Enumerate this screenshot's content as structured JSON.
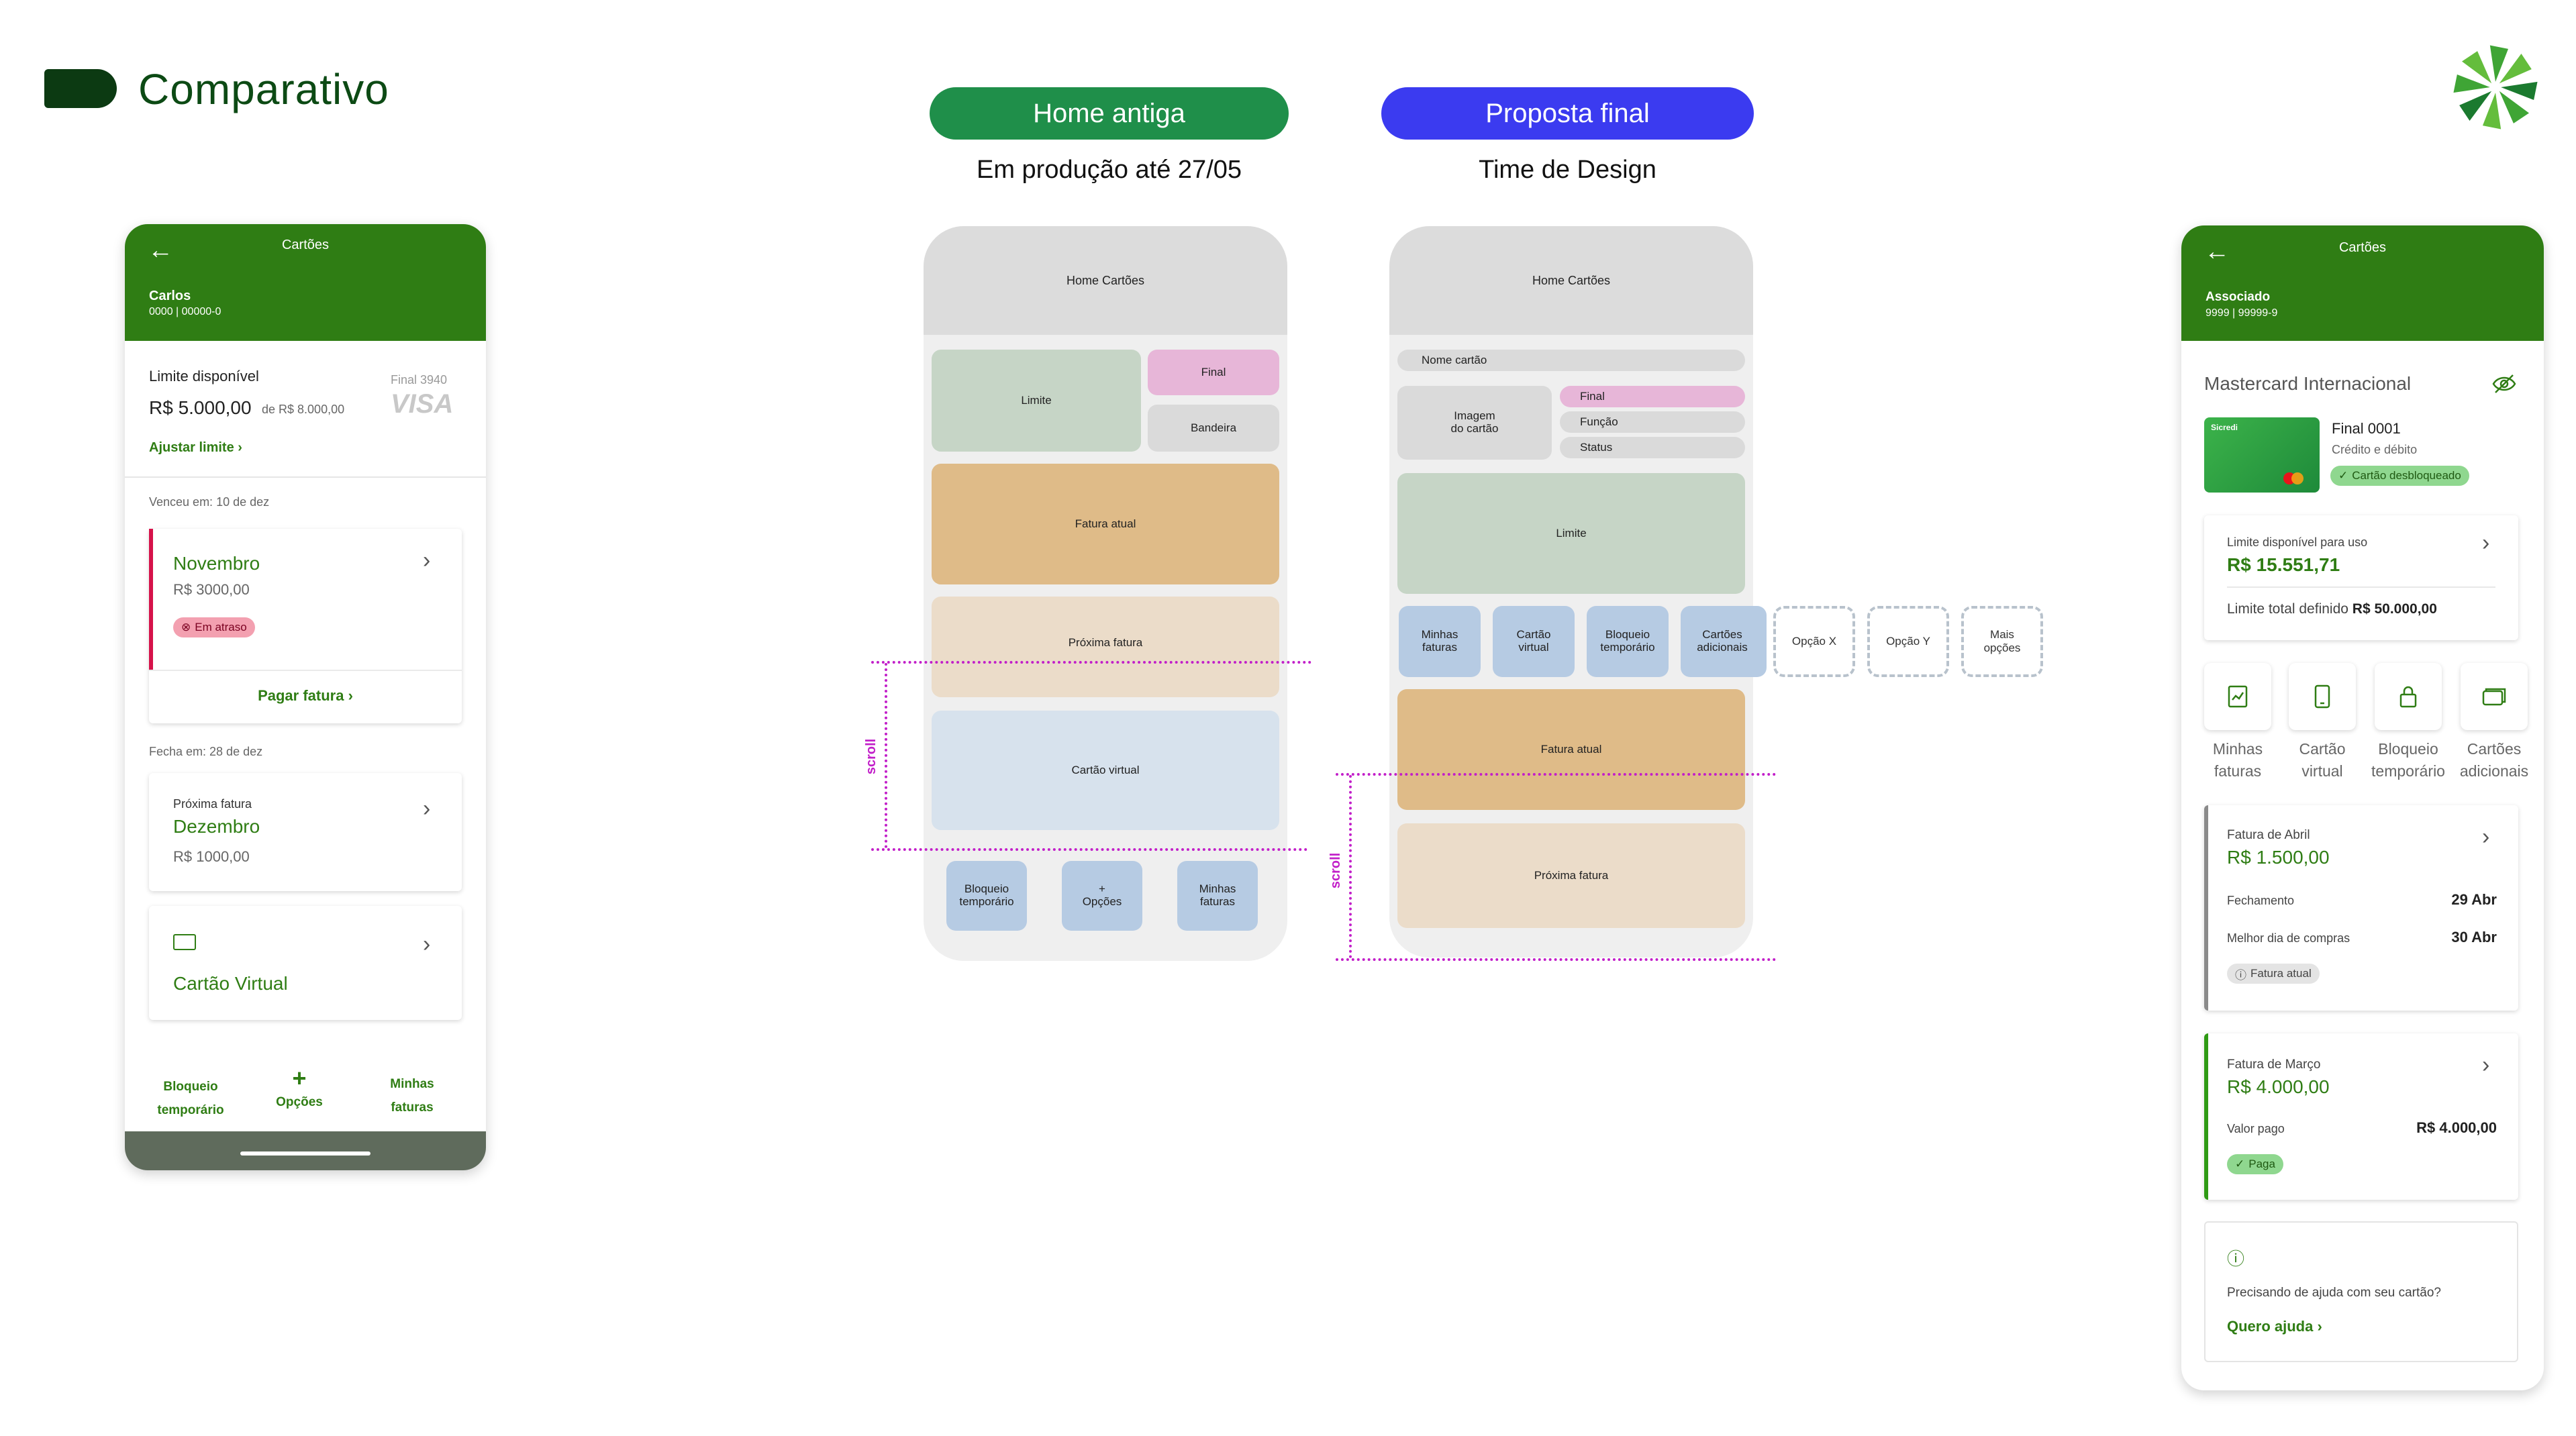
{
  "header": {
    "title": "Comparativo"
  },
  "tags": {
    "old": {
      "label": "Home antiga",
      "caption": "Em produção até 27/05"
    },
    "new": {
      "label": "Proposta final",
      "caption": "Time de Design"
    }
  },
  "colors": {
    "brand_green": "#2f7d14",
    "dark_green": "#0c3a12",
    "tag_old": "#1f8f4a",
    "tag_new": "#3b3bf0",
    "scroll_marker": "#c21fc9"
  },
  "old_app": {
    "title": "Cartões",
    "user": "Carlos",
    "account": "0000 | 00000-0",
    "limit_label": "Limite disponível",
    "limit_value": "R$ 5.000,00",
    "limit_total": "de R$ 8.000,00",
    "card_final": "Final 3940",
    "brand": "VISA",
    "adjust_limit": "Ajustar limite",
    "due_note": "Venceu em: 10 de dez",
    "invoice_month": "Novembro",
    "invoice_value": "R$ 3000,00",
    "overdue_badge": "Em atraso",
    "pay_invoice": "Pagar fatura",
    "close_note": "Fecha em: 28 de dez",
    "next_label": "Próxima fatura",
    "next_month": "Dezembro",
    "next_value": "R$ 1000,00",
    "virtual_card": "Cartão Virtual",
    "actions": {
      "lock_1": "Bloqueio",
      "lock_2": "temporário",
      "plus": "+",
      "options": "Opções",
      "invoices_1": "Minhas",
      "invoices_2": "faturas"
    }
  },
  "wire_old": {
    "top": "Home Cartões",
    "limite": "Limite",
    "final": "Final",
    "bandeira": "Bandeira",
    "fatura_atual": "Fatura atual",
    "proxima": "Próxima fatura",
    "virtual": "Cartão virtual",
    "b1": "Bloqueio\ntemporário",
    "b2": "+\nOpções",
    "b3": "Minhas\nfaturas",
    "scroll": "scroll"
  },
  "wire_new": {
    "top": "Home Cartões",
    "nome": "Nome cartão",
    "imagem": "Imagem\ndo cartão",
    "final": "Final",
    "funcao": "Função",
    "status": "Status",
    "limite": "Limite",
    "o1": "Minhas\nfaturas",
    "o2": "Cartão\nvirtual",
    "o3": "Bloqueio\ntemporário",
    "o4": "Cartões\nadicionais",
    "ox": "Opção X",
    "oy": "Opção Y",
    "om": "Mais\nopções",
    "fatura_atual": "Fatura atual",
    "proxima": "Próxima fatura",
    "scroll": "scroll"
  },
  "new_app": {
    "title": "Cartões",
    "user": "Associado",
    "account": "9999 | 99999-9",
    "card_name": "Mastercard Internacional",
    "card_final": "Final 0001",
    "card_type": "Crédito e débito",
    "card_status": "Cartão desbloqueado",
    "card_logo": "Sicredi",
    "limit_label": "Limite disponível para uso",
    "limit_value": "R$ 15.551,71",
    "limit_total_label": "Limite total definido",
    "limit_total_value": "R$ 50.000,00",
    "shortcuts": [
      {
        "l1": "Minhas",
        "l2": "faturas",
        "icon": "invoice-icon"
      },
      {
        "l1": "Cartão",
        "l2": "virtual",
        "icon": "phone-icon"
      },
      {
        "l1": "Bloqueio",
        "l2": "temporário",
        "icon": "lock-icon"
      },
      {
        "l1": "Cartões",
        "l2": "adicionais",
        "icon": "cards-icon"
      }
    ],
    "inv1": {
      "label": "Fatura de Abril",
      "value": "R$ 1.500,00",
      "r1_label": "Fechamento",
      "r1_value": "29 Abr",
      "r2_label": "Melhor dia de compras",
      "r2_value": "30 Abr",
      "badge": "Fatura atual"
    },
    "inv2": {
      "label": "Fatura de Março",
      "value": "R$ 4.000,00",
      "r1_label": "Valor pago",
      "r1_value": "R$ 4.000,00",
      "badge": "Paga"
    },
    "help": {
      "text": "Precisando de ajuda com seu cartão?",
      "link": "Quero ajuda"
    }
  }
}
